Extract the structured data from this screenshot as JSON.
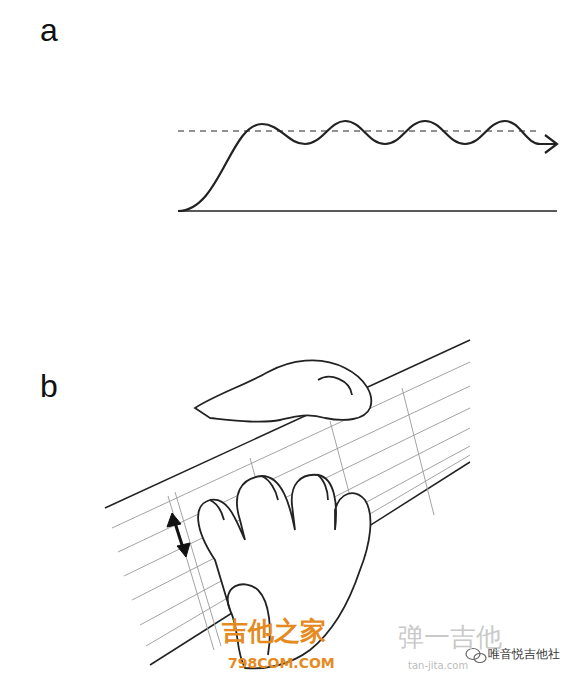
{
  "diagram": {
    "labels": [
      "a",
      "b",
      "吉他之家",
      "798COM.COM",
      "弹一吉他",
      "tan-jita.com",
      "唯音悦吉他社"
    ]
  }
}
